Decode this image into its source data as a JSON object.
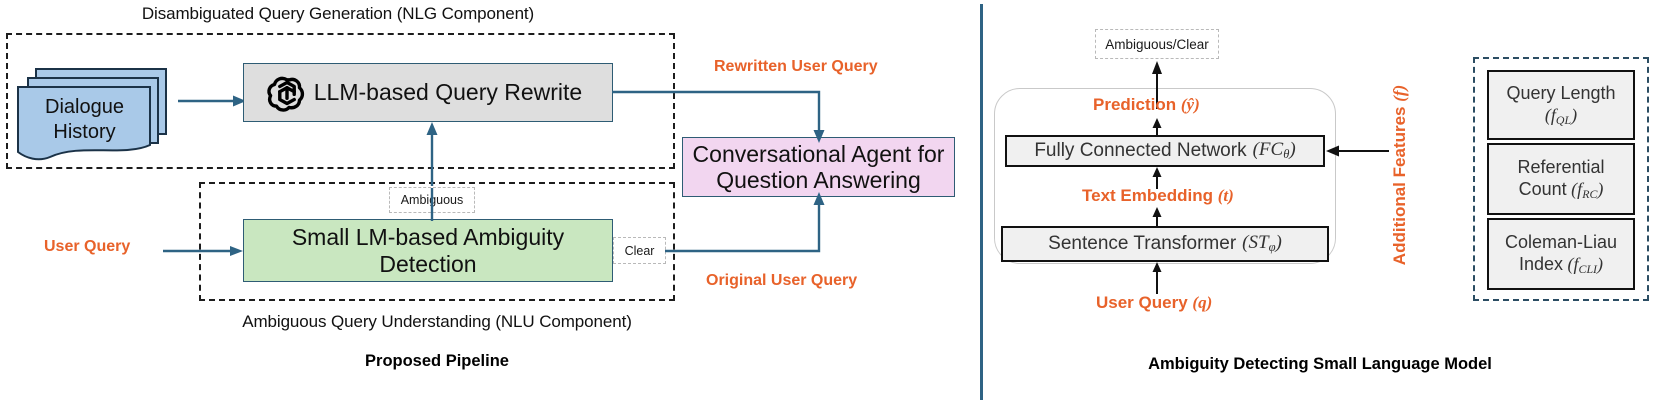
{
  "left_panel": {
    "title": "Proposed Pipeline",
    "nlg_group_caption": "Disambiguated Query Generation (NLG Component)",
    "nlu_group_caption": "Ambiguous Query Understanding (NLU Component)",
    "dialogue_history": "Dialogue\nHistory",
    "dialogue_history_line1": "Dialogue",
    "dialogue_history_line2": "History",
    "llm_rewrite": "LLM-based Query Rewrite",
    "ambiguity_detection": "Small LM-based Ambiguity Detection",
    "conversational_agent_line1": "Conversational Agent for",
    "conversational_agent_line2": "Question Answering",
    "label_user_query": "User Query",
    "label_rewritten_user_query": "Rewritten User Query",
    "label_original_user_query": "Original User Query",
    "tag_ambiguous": "Ambiguous",
    "tag_clear": "Clear"
  },
  "right_panel": {
    "title": "Ambiguity Detecting Small Language Model",
    "output_tag": "Ambiguous/Clear",
    "prediction_label": "Prediction",
    "prediction_symbol": "(ŷ)",
    "fcn_label": "Fully Connected Network",
    "fcn_symbol_base": "FC",
    "fcn_symbol_sub": "θ",
    "text_embedding_label": "Text Embedding",
    "text_embedding_symbol": "(t)",
    "sentence_transformer_label": "Sentence Transformer",
    "st_symbol_base": "ST",
    "st_symbol_sub": "φ",
    "user_query_label": "User Query",
    "user_query_symbol": "(q)",
    "additional_features_label": "Additional Features",
    "additional_features_symbol": "(f)",
    "features": [
      {
        "line1": "Query Length",
        "sym_base": "f",
        "sym_sub": "QL"
      },
      {
        "line1": "Referential",
        "line2": "Count",
        "sym_base": "f",
        "sym_sub": "RC"
      },
      {
        "line1": "Coleman-Liau",
        "line2": "Index",
        "sym_base": "f",
        "sym_sub": "CLI"
      }
    ],
    "feature_0_line1": "Query Length",
    "feature_1_line1": "Referential",
    "feature_1_line2": "Count",
    "feature_2_line1": "Coleman-Liau",
    "feature_2_line2": "Index"
  },
  "colors": {
    "accent_orange": "#E8622A",
    "arrow_teal": "#2E6384",
    "doc_blue": "#A9C9E8",
    "box_grey": "#DEDEDE",
    "box_green": "#C9E7C0",
    "box_pink": "#F2D6F0",
    "divider": "#2E6384"
  },
  "icons": {
    "llm_icon": "openai-logo-icon"
  }
}
